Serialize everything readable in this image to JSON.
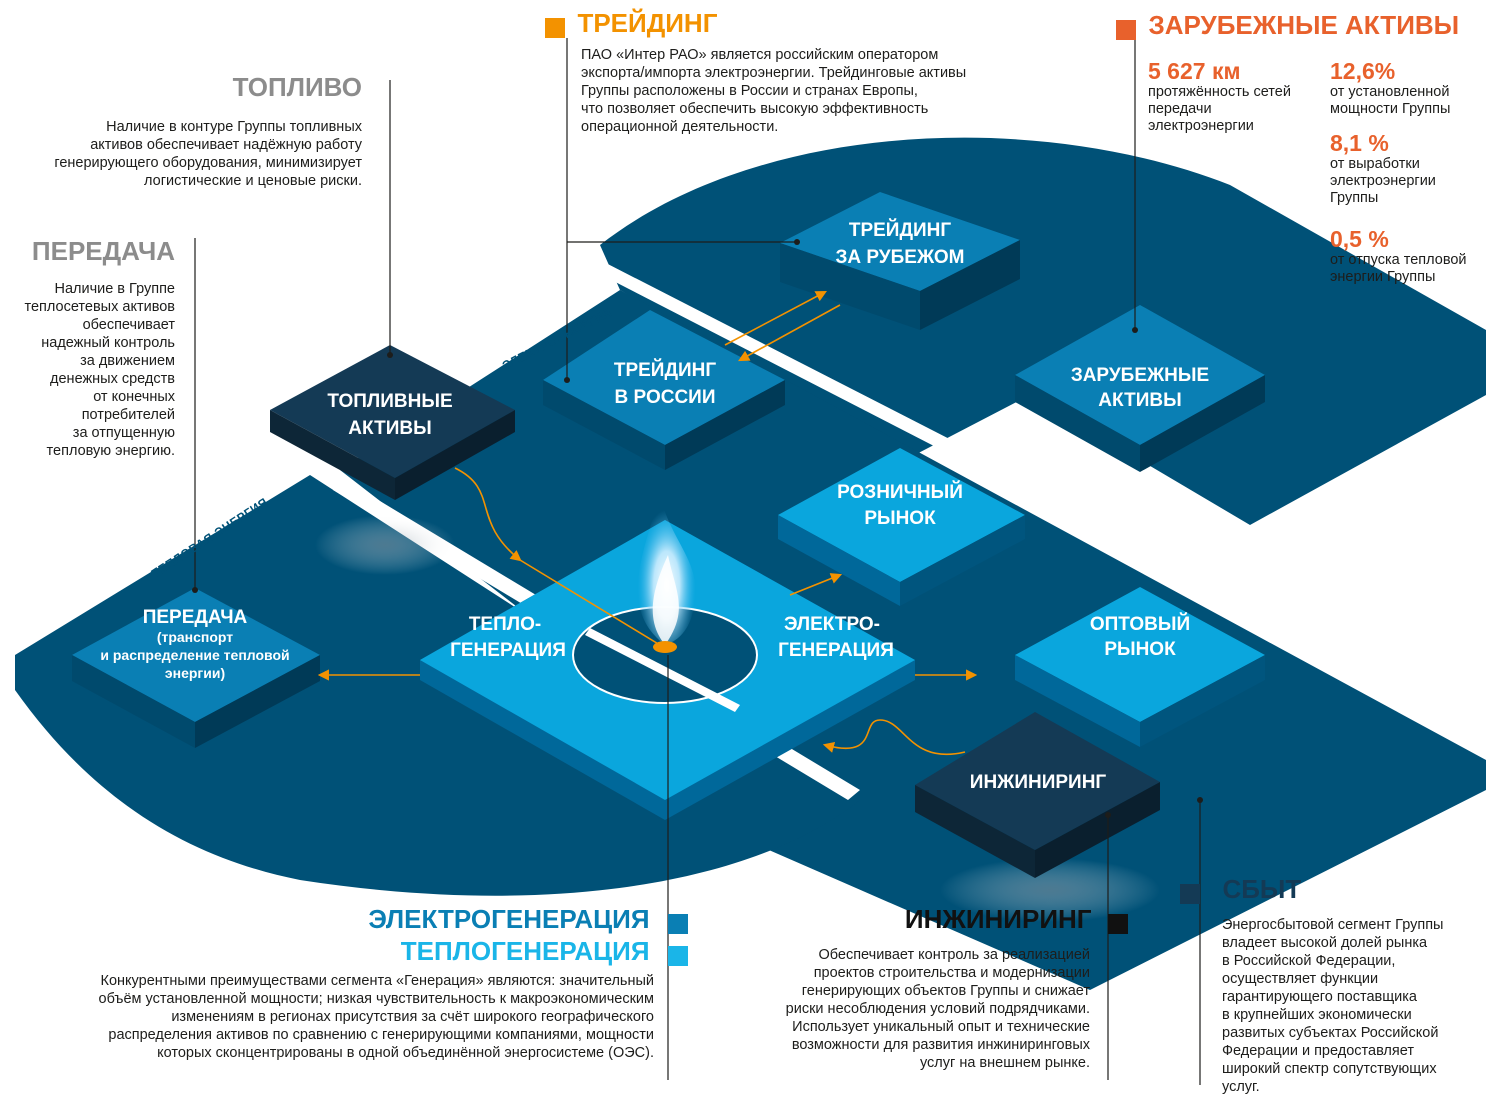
{
  "colors": {
    "dark_blue": "#005177",
    "mid_blue": "#0a7fb4",
    "light_blue": "#0aa6dd",
    "navy": "#143a55",
    "orange": "#f39200",
    "red_orange": "#e8612c",
    "gray_text": "#8c8c8c"
  },
  "diagram": {
    "band_label_electric": "ЭЛЕКТРОЭНЕРГИЯ",
    "band_label_heat": "ТЕПЛОВАЯ ЭНЕРГИЯ",
    "boxes": {
      "trading_abroad": [
        "ТРЕЙДИНГ",
        "ЗА РУБЕЖОМ"
      ],
      "trading_russia": [
        "ТРЕЙДИНГ",
        "В РОССИИ"
      ],
      "foreign_assets": [
        "ЗАРУБЕЖНЫЕ",
        "АКТИВЫ"
      ],
      "fuel_assets": [
        "ТОПЛИВНЫЕ",
        "АКТИВЫ"
      ],
      "retail_market": [
        "РОЗНИЧНЫЙ",
        "РЫНОК"
      ],
      "heat_generation": [
        "ТЕПЛО-",
        "ГЕНЕРАЦИЯ"
      ],
      "power_generation": [
        "ЭЛЕКТРО-",
        "ГЕНЕРАЦИЯ"
      ],
      "wholesale_market": [
        "ОПТОВЫЙ",
        "РЫНОК"
      ],
      "transmission": [
        "ПЕРЕДАЧА",
        "(транспорт",
        "и распределение тепловой",
        "энергии)"
      ],
      "engineering": [
        "ИНЖИНИРИНГ"
      ]
    }
  },
  "trading": {
    "title": "ТРЕЙДИНГ",
    "text": [
      "ПАО «Интер РАО» является российским оператором",
      "экспорта/импорта электроэнергии. Трейдинговые активы",
      "Группы расположены в России и странах Европы,",
      "что позволяет обеспечить высокую эффективность",
      "операционной деятельности."
    ]
  },
  "foreign": {
    "title": "ЗАРУБЕЖНЫЕ АКТИВЫ",
    "stats": [
      {
        "value": "5 627 км",
        "caption": [
          "протяжённость сетей",
          "передачи",
          "электроэнергии"
        ]
      },
      {
        "value": "12,6%",
        "caption": [
          "от установленной",
          "мощности Группы"
        ]
      },
      {
        "value": "8,1 %",
        "caption": [
          "от выработки",
          "электроэнергии",
          "Группы"
        ]
      },
      {
        "value": "0,5 %",
        "caption": [
          "от отпуска тепловой",
          "энергии Группы"
        ]
      }
    ]
  },
  "fuel": {
    "title": "ТОПЛИВО",
    "text": [
      "Наличие в контуре Группы топливных",
      "активов обеспечивает надёжную работу",
      "генерирующего оборудования, минимизирует",
      "логистические и ценовые риски."
    ]
  },
  "transmission": {
    "title": "ПЕРЕДАЧА",
    "text": [
      "Наличие в Группе",
      "теплосетевых активов",
      "обеспечивает",
      "надежный контроль",
      "за движением",
      "денежных средств",
      "от конечных",
      "потребителей",
      "за отпущенную",
      "тепловую энергию."
    ]
  },
  "generation": {
    "title_power": "ЭЛЕКТРОГЕНЕРАЦИЯ",
    "title_heat": "ТЕПЛОГЕНЕРАЦИЯ",
    "text": [
      "Конкурентными преимуществами сегмента «Генерация» являются: значительный",
      "объём установленной мощности; низкая чувствительность к макроэкономическим",
      "изменениям в регионах присутствия за счёт широкого географического",
      "распределения активов по сравнению с генерирующими компаниями, мощности",
      "которых сконцентрированы в одной объединённой энергосистеме (ОЭС)."
    ]
  },
  "engineering": {
    "title": "ИНЖИНИРИНГ",
    "text": [
      "Обеспечивает контроль за реализацией",
      "проектов строительства и модернизации",
      "генерирующих объектов Группы и снижает",
      "риски несоблюдения условий подрядчиками.",
      "Использует уникальный опыт и технические",
      "возможности для развития инжиниринговых",
      "услуг на внешнем рынке."
    ]
  },
  "sales": {
    "title": "СБЫТ",
    "text": [
      "Энергосбытовой сегмент Группы",
      "владеет высокой долей рынка",
      "в Российской Федерации,",
      "осуществляет функции",
      "гарантирующего поставщика",
      "в крупнейших экономически",
      "развитых субъектах Российской",
      "Федерации и предоставляет",
      "широкий спектр сопутствующих",
      "услуг."
    ]
  }
}
